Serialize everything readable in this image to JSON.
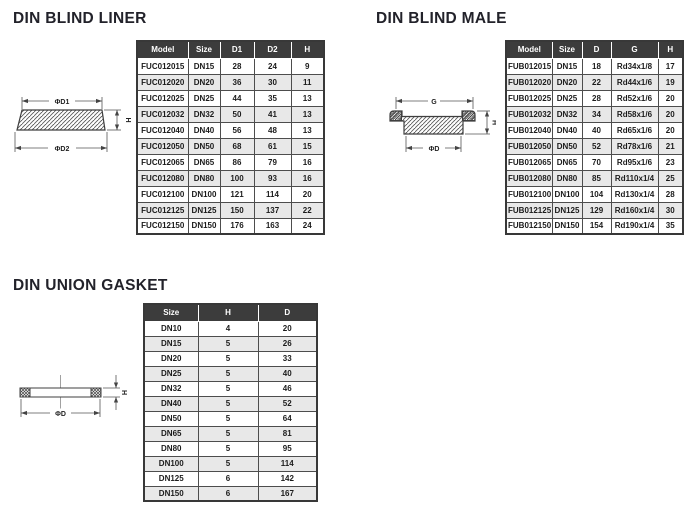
{
  "colors": {
    "header_bg": "#3c3c3c",
    "header_text": "#ffffff",
    "row_alt_bg": "#e8e8e8",
    "border": "#4d4d4d",
    "text": "#1b1b1b",
    "title": "#22222a"
  },
  "sections": [
    {
      "title": "DIN BLIND LINER",
      "diagram": {
        "top_label": "ΦD1",
        "bottom_label": "ΦD2",
        "side_label": "H"
      },
      "table": {
        "headers": [
          "Model",
          "Size",
          "D1",
          "D2",
          "H"
        ],
        "rows": [
          [
            "FUC012015",
            "DN15",
            "28",
            "24",
            "9"
          ],
          [
            "FUC012020",
            "DN20",
            "36",
            "30",
            "11"
          ],
          [
            "FUC012025",
            "DN25",
            "44",
            "35",
            "13"
          ],
          [
            "FUC012032",
            "DN32",
            "50",
            "41",
            "13"
          ],
          [
            "FUC012040",
            "DN40",
            "56",
            "48",
            "13"
          ],
          [
            "FUC012050",
            "DN50",
            "68",
            "61",
            "15"
          ],
          [
            "FUC012065",
            "DN65",
            "86",
            "79",
            "16"
          ],
          [
            "FUC012080",
            "DN80",
            "100",
            "93",
            "16"
          ],
          [
            "FUC012100",
            "DN100",
            "121",
            "114",
            "20"
          ],
          [
            "FUC012125",
            "DN125",
            "150",
            "137",
            "22"
          ],
          [
            "FUC012150",
            "DN150",
            "176",
            "163",
            "24"
          ]
        ]
      }
    },
    {
      "title": "DIN BLIND MALE",
      "diagram": {
        "top_label": "G",
        "bottom_label": "ΦD",
        "side_label": "H"
      },
      "table": {
        "headers": [
          "Model",
          "Size",
          "D",
          "G",
          "H"
        ],
        "rows": [
          [
            "FUB012015",
            "DN15",
            "18",
            "Rd34x1/8",
            "17"
          ],
          [
            "FUB012020",
            "DN20",
            "22",
            "Rd44x1/6",
            "19"
          ],
          [
            "FUB012025",
            "DN25",
            "28",
            "Rd52x1/6",
            "20"
          ],
          [
            "FUB012032",
            "DN32",
            "34",
            "Rd58x1/6",
            "20"
          ],
          [
            "FUB012040",
            "DN40",
            "40",
            "Rd65x1/6",
            "20"
          ],
          [
            "FUB012050",
            "DN50",
            "52",
            "Rd78x1/6",
            "21"
          ],
          [
            "FUB012065",
            "DN65",
            "70",
            "Rd95x1/6",
            "23"
          ],
          [
            "FUB012080",
            "DN80",
            "85",
            "Rd110x1/4",
            "25"
          ],
          [
            "FUB012100",
            "DN100",
            "104",
            "Rd130x1/4",
            "28"
          ],
          [
            "FUB012125",
            "DN125",
            "129",
            "Rd160x1/4",
            "30"
          ],
          [
            "FUB012150",
            "DN150",
            "154",
            "Rd190x1/4",
            "35"
          ]
        ]
      }
    },
    {
      "title": "DIN UNION GASKET",
      "diagram": {
        "bottom_label": "ΦD",
        "side_label": "H"
      },
      "table": {
        "headers": [
          "Size",
          "H",
          "D"
        ],
        "rows": [
          [
            "DN10",
            "4",
            "20"
          ],
          [
            "DN15",
            "5",
            "26"
          ],
          [
            "DN20",
            "5",
            "33"
          ],
          [
            "DN25",
            "5",
            "40"
          ],
          [
            "DN32",
            "5",
            "46"
          ],
          [
            "DN40",
            "5",
            "52"
          ],
          [
            "DN50",
            "5",
            "64"
          ],
          [
            "DN65",
            "5",
            "81"
          ],
          [
            "DN80",
            "5",
            "95"
          ],
          [
            "DN100",
            "5",
            "114"
          ],
          [
            "DN125",
            "6",
            "142"
          ],
          [
            "DN150",
            "6",
            "167"
          ]
        ]
      }
    }
  ]
}
